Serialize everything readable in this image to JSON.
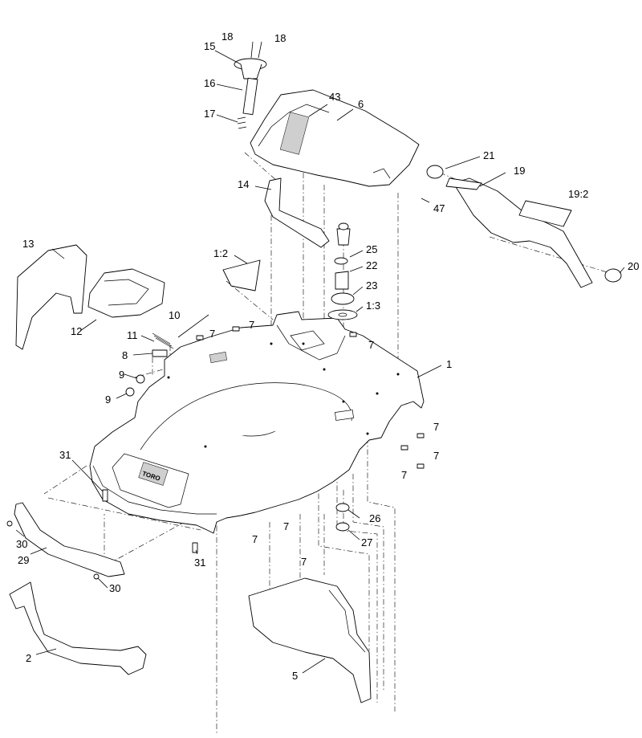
{
  "diagram": {
    "labels": [
      {
        "id": "1",
        "text": "1"
      },
      {
        "id": "2",
        "text": "2"
      },
      {
        "id": "5",
        "text": "5"
      },
      {
        "id": "6",
        "text": "6"
      },
      {
        "id": "7a",
        "text": "7"
      },
      {
        "id": "7b",
        "text": "7"
      },
      {
        "id": "7c",
        "text": "7"
      },
      {
        "id": "7d",
        "text": "7"
      },
      {
        "id": "7e",
        "text": "7"
      },
      {
        "id": "7f",
        "text": "7"
      },
      {
        "id": "7g",
        "text": "7"
      },
      {
        "id": "7h",
        "text": "7"
      },
      {
        "id": "7i",
        "text": "7"
      },
      {
        "id": "7j",
        "text": "7"
      },
      {
        "id": "8",
        "text": "8"
      },
      {
        "id": "9a",
        "text": "9"
      },
      {
        "id": "9b",
        "text": "9"
      },
      {
        "id": "10",
        "text": "10"
      },
      {
        "id": "11",
        "text": "11"
      },
      {
        "id": "12",
        "text": "12"
      },
      {
        "id": "13",
        "text": "13"
      },
      {
        "id": "14",
        "text": "14"
      },
      {
        "id": "15",
        "text": "15"
      },
      {
        "id": "16",
        "text": "16"
      },
      {
        "id": "17",
        "text": "17"
      },
      {
        "id": "18a",
        "text": "18"
      },
      {
        "id": "18b",
        "text": "18"
      },
      {
        "id": "19",
        "text": "19"
      },
      {
        "id": "19_2",
        "text": "19:2"
      },
      {
        "id": "20",
        "text": "20"
      },
      {
        "id": "21",
        "text": "21"
      },
      {
        "id": "22",
        "text": "22"
      },
      {
        "id": "23",
        "text": "23"
      },
      {
        "id": "25",
        "text": "25"
      },
      {
        "id": "1_2",
        "text": "1:2"
      },
      {
        "id": "1_3",
        "text": "1:3"
      },
      {
        "id": "26",
        "text": "26"
      },
      {
        "id": "27",
        "text": "27"
      },
      {
        "id": "29",
        "text": "29"
      },
      {
        "id": "30a",
        "text": "30"
      },
      {
        "id": "30b",
        "text": "30"
      },
      {
        "id": "31a",
        "text": "31"
      },
      {
        "id": "31b",
        "text": "31"
      },
      {
        "id": "43",
        "text": "43"
      },
      {
        "id": "47",
        "text": "47"
      }
    ],
    "deck_logo": "TORO"
  }
}
